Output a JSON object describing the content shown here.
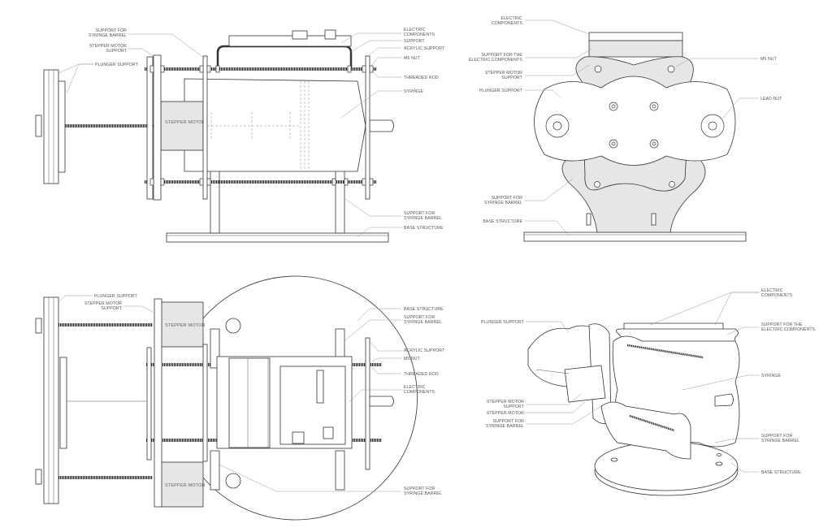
{
  "side_view": {
    "labels": [
      {
        "lines": [
          "SUPPORT FOR",
          "SYRINGE BARREL"
        ]
      },
      {
        "lines": [
          "STEPPER MOTOR",
          "SUPPORT"
        ]
      },
      {
        "lines": [
          "PLUNGER SUPPORT"
        ]
      },
      {
        "lines": [
          "ELECTRIC",
          "COMPONENTS"
        ]
      },
      {
        "lines": [
          "SUPPORT"
        ]
      },
      {
        "lines": [
          "ACRYLIC SUPPORT"
        ]
      },
      {
        "lines": [
          "M5 NUT"
        ]
      },
      {
        "lines": [
          "THREADED ROD"
        ]
      },
      {
        "lines": [
          "SYRINGE"
        ]
      },
      {
        "lines": [
          "SUPPORT FOR",
          "SYRINGE BARREL"
        ]
      },
      {
        "lines": [
          "BASE STRUCTURE"
        ]
      }
    ],
    "motor_label": "STEPPER MOTOR"
  },
  "front_view": {
    "labels": [
      {
        "lines": [
          "ELECTRIC",
          "COMPONENTS"
        ]
      },
      {
        "lines": [
          "SUPPORT FOR THE",
          "ELECTRIC COMPONENTS"
        ]
      },
      {
        "lines": [
          "STEPPER MOTOR",
          "SUPPORT"
        ]
      },
      {
        "lines": [
          "PLUNGER SUPPORT"
        ]
      },
      {
        "lines": [
          "SUPPORT FOR",
          "SYRINGE BARREL"
        ]
      },
      {
        "lines": [
          "BASE STRUCTURE"
        ]
      },
      {
        "lines": [
          "M5 NUT"
        ]
      },
      {
        "lines": [
          "LEAD NUT"
        ]
      }
    ]
  },
  "top_view": {
    "labels": [
      {
        "lines": [
          "PLUNGER SUPPORT"
        ]
      },
      {
        "lines": [
          "STEPPER MOTOR",
          "SUPPORT"
        ]
      },
      {
        "lines": [
          "BASE STRUCTURE"
        ]
      },
      {
        "lines": [
          "SUPPORT FOR",
          "SYRINGE BARREL"
        ]
      },
      {
        "lines": [
          "ACRYLIC SUPPORT"
        ]
      },
      {
        "lines": [
          "M5 NUT"
        ]
      },
      {
        "lines": [
          "THREADED ROD"
        ]
      },
      {
        "lines": [
          "ELECTRIC",
          "COMPONENTS"
        ]
      },
      {
        "lines": [
          "SUPPORT FOR",
          "SYRINGE BARREL"
        ]
      }
    ],
    "motor_labels": [
      "STEPPER MOTOR",
      "STEPPER MOTOR"
    ]
  },
  "iso_view": {
    "labels": [
      {
        "lines": [
          "ELECTRIC",
          "COMPONENTS"
        ]
      },
      {
        "lines": [
          "SUPPORT FOR THE",
          "ELECTRIC COMPONENTS"
        ]
      },
      {
        "lines": [
          "SYRINGE"
        ]
      },
      {
        "lines": [
          "SUPPORT FOR",
          "SYRINGE BARREL"
        ]
      },
      {
        "lines": [
          "BASE STRUCTURE"
        ]
      },
      {
        "lines": [
          "PLUNGER SUPPORT"
        ]
      },
      {
        "lines": [
          "STEPPER MOTOR",
          "SUPPORT"
        ]
      },
      {
        "lines": [
          "STEPPER MOTOR"
        ]
      },
      {
        "lines": [
          "SUPPORT FOR",
          "SYRINGE BARREL"
        ]
      }
    ]
  }
}
